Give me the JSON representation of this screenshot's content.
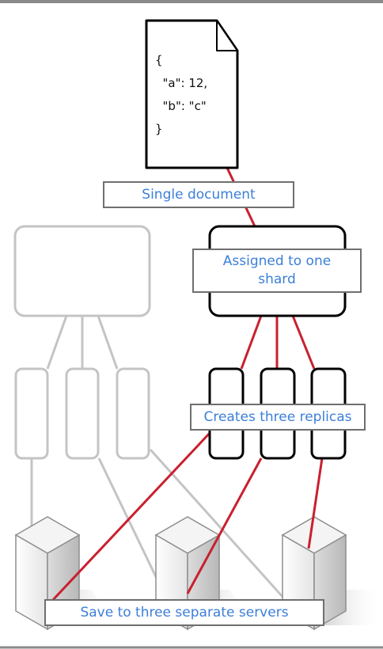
{
  "document": {
    "content": "{\n  \"a\": 12,\n  \"b\": \"c\"\n}"
  },
  "labels": {
    "single_document": "Single document",
    "assigned_to_one_shard": "Assigned to one shard",
    "creates_three_replicas": "Creates three replicas",
    "save_to_three_separate_servers": "Save to three separate servers"
  },
  "colors": {
    "label_text": "#3c7fd8",
    "label_border": "#6f6f6f",
    "active_stroke": "#000000",
    "inactive_stroke": "#c4c4c4",
    "connector": "#c8202e"
  }
}
